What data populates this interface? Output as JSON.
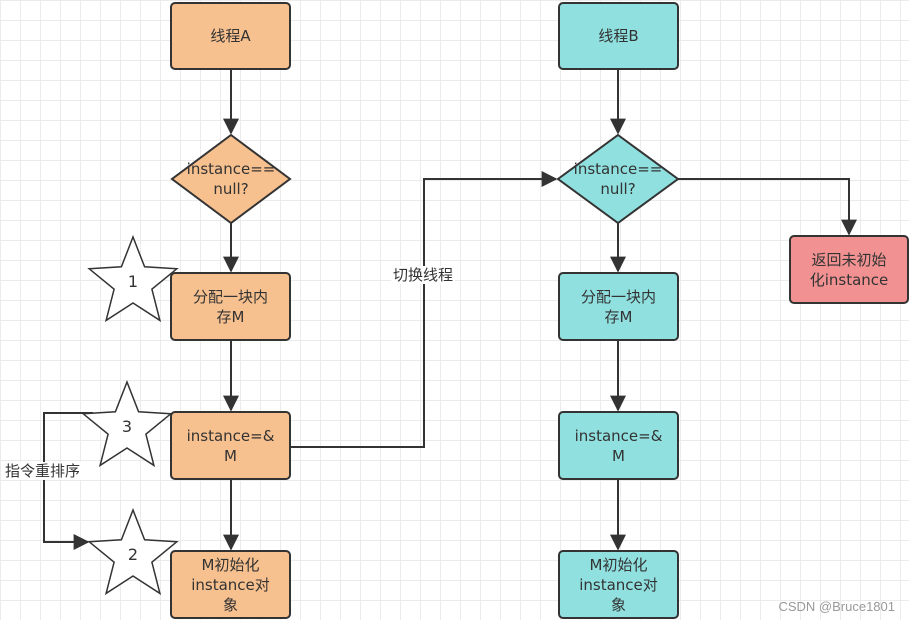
{
  "colors": {
    "orange_fill": "#f7c08f",
    "cyan_fill": "#90e0e0",
    "red_fill": "#f19191",
    "stroke": "#333333",
    "grid": "#ebebeb"
  },
  "thread_a": {
    "title": "线程A",
    "check": "instance==\nnull?",
    "alloc": "分配一块内\n存M",
    "assign": "instance=&\nM",
    "init": "M初始化\ninstance对\n象"
  },
  "thread_b": {
    "title": "线程B",
    "check": "instance==\nnull?",
    "alloc": "分配一块内\n存M",
    "assign": "instance=&\nM",
    "init": "M初始化\ninstance对\n象",
    "return_uninit": "返回未初始\n化instance"
  },
  "edges": {
    "switch_thread": "切换线程",
    "reorder": "指令重排序"
  },
  "stars": [
    "1",
    "3",
    "2"
  ],
  "watermark": "CSDN @Bruce1801"
}
